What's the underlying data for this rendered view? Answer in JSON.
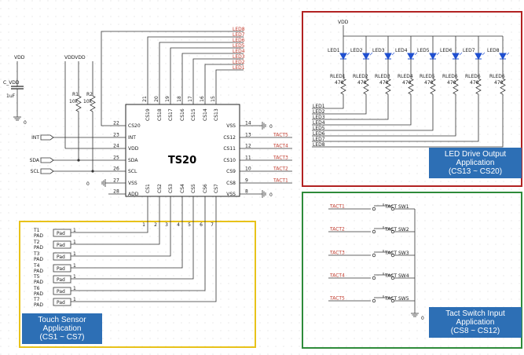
{
  "chip": {
    "name": "TS20",
    "left_pins": [
      {
        "num": "22",
        "name": "CS20"
      },
      {
        "num": "23",
        "name": "INT"
      },
      {
        "num": "24",
        "name": "VDD"
      },
      {
        "num": "25",
        "name": "SDA"
      },
      {
        "num": "26",
        "name": "SCL"
      },
      {
        "num": "27",
        "name": "VSS"
      },
      {
        "num": "28",
        "name": "ADD"
      }
    ],
    "right_pins": [
      {
        "num": "14",
        "name": "VSS"
      },
      {
        "num": "13",
        "name": "CS12",
        "net": "TACT5"
      },
      {
        "num": "12",
        "name": "CS11",
        "net": "TACT4"
      },
      {
        "num": "11",
        "name": "CS10",
        "net": "TACT3"
      },
      {
        "num": "10",
        "name": "CS9",
        "net": "TACT2"
      },
      {
        "num": "9",
        "name": "CS8",
        "net": "TACT1"
      },
      {
        "num": "8",
        "name": "VSS"
      }
    ],
    "top_pins": [
      {
        "num": "21",
        "name": "CS19"
      },
      {
        "num": "20",
        "name": "CS18"
      },
      {
        "num": "19",
        "name": "CS17"
      },
      {
        "num": "18",
        "name": "CS16"
      },
      {
        "num": "17",
        "name": "CS15"
      },
      {
        "num": "16",
        "name": "CS14"
      },
      {
        "num": "15",
        "name": "CS13"
      }
    ],
    "bottom_pins": [
      {
        "num": "1",
        "name": "CS1"
      },
      {
        "num": "2",
        "name": "CS2"
      },
      {
        "num": "3",
        "name": "CS3"
      },
      {
        "num": "4",
        "name": "CS4"
      },
      {
        "num": "5",
        "name": "CS5"
      },
      {
        "num": "6",
        "name": "CS6"
      },
      {
        "num": "7",
        "name": "CS7"
      }
    ]
  },
  "led_nets_top": [
    "LED8",
    "LED7",
    "LED6",
    "LED5",
    "LED4",
    "LED3",
    "LED2",
    "LED1"
  ],
  "power": {
    "vdd_left": "VDD",
    "cap_name": "C_VDD",
    "cap_value": "1uF",
    "gnd": "0",
    "vdd_pullups": "VDDVDD",
    "r1": "R1",
    "r2": "R2",
    "r1_value": "10k",
    "r2_value": "10k"
  },
  "signals": {
    "int": "INT",
    "sda": "SDA",
    "scl": "SCL"
  },
  "led_section": {
    "vdd": "VDD",
    "leds": [
      "LED1",
      "LED2",
      "LED3",
      "LED4",
      "LED5",
      "LED6",
      "LED7",
      "LED8"
    ],
    "resistors": [
      "RLED1",
      "RLED2",
      "RLED3",
      "RLED4",
      "RLED5",
      "RLED6",
      "RLED6",
      "RLED6"
    ],
    "resistor_value": "470",
    "nets": [
      "LED1",
      "LED2",
      "LED3",
      "LED4",
      "LED5",
      "LED6",
      "LED7",
      "LED8"
    ],
    "caption": [
      "LED Drive Output",
      "Application",
      "(CS13 ~ CS20)"
    ]
  },
  "tact_section": {
    "nets": [
      "TACT1",
      "TACT2",
      "TACT3",
      "TACT4",
      "TACT5"
    ],
    "switches": [
      "TACT SW1",
      "TACT SW2",
      "TACT SW3",
      "TACT SW4",
      "TACT SW5"
    ],
    "caption": [
      "Tact Switch Input",
      "Application",
      "(CS8 ~ CS12)"
    ]
  },
  "touch_section": {
    "pads": [
      {
        "t": "T1",
        "p": "PAD"
      },
      {
        "t": "T2",
        "p": "PAD"
      },
      {
        "t": "T3",
        "p": "PAD"
      },
      {
        "t": "T4",
        "p": "PAD"
      },
      {
        "t": "T5",
        "p": "PAD"
      },
      {
        "t": "T6",
        "p": "PAD"
      },
      {
        "t": "T7",
        "p": "PAD"
      }
    ],
    "pad_label": "Pad",
    "pin_label": "1",
    "caption": [
      "Touch Sensor",
      "Application",
      "(CS1 ~ CS7)"
    ]
  },
  "colors": {
    "led_box": "#b22222",
    "tact_box": "#2e8b3a",
    "touch_box": "#e8c21a",
    "caption_bg": "#2d6fb5",
    "net": "#c0392b",
    "led_blue": "#1f4fd0"
  }
}
